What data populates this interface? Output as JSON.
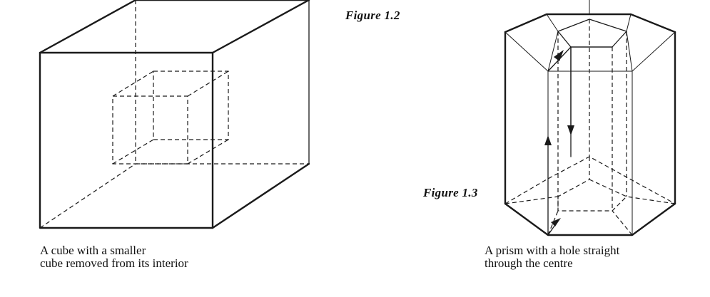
{
  "figures": [
    {
      "id": "fig-1-2",
      "label": "Figure 1.2",
      "caption_lines": [
        "A cube with a smaller",
        "cube removed from its interior"
      ]
    },
    {
      "id": "fig-1-3",
      "label": "Figure 1.3",
      "caption_lines": [
        "A prism with a hole straight",
        "through the centre"
      ]
    }
  ]
}
